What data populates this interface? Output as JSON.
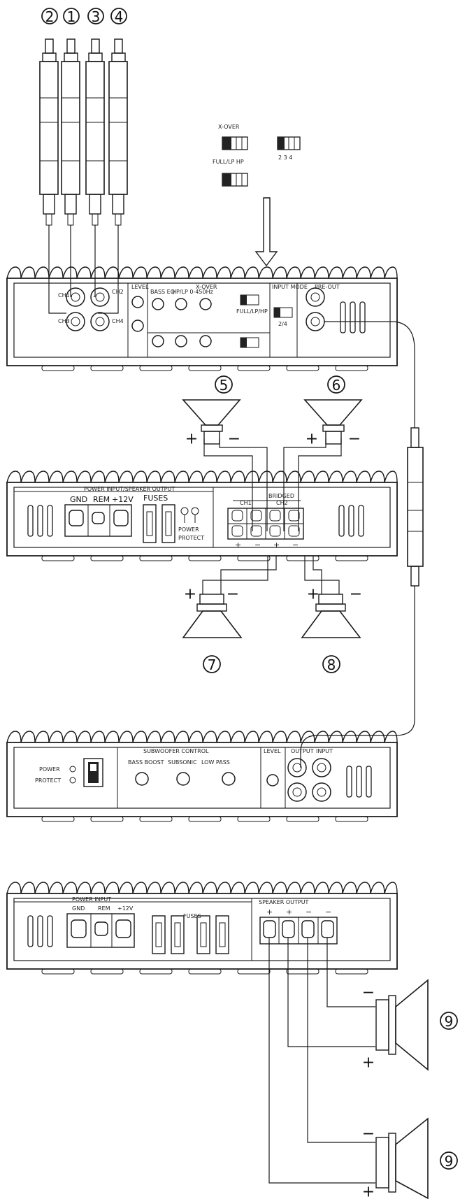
{
  "rca_inputs": [
    "2",
    "1",
    "3",
    "4"
  ],
  "speakers_top": [
    "5",
    "6"
  ],
  "speakers_mid": [
    "7",
    "8"
  ],
  "speakers_right": [
    "9",
    "9"
  ],
  "amp1": {
    "xover_label": "X-OVER",
    "xover_sub": "FULL/LP HP",
    "switch_nums": "2 3 4",
    "sec_level": "LEVEL",
    "sec_xover": "X-OVER",
    "bass_boost": "BASS EQ",
    "freq": "HP/LP 0-450Hz",
    "input_mode": "INPUT MODE",
    "pre_out": "PRE-OUT",
    "ch1": "CH1",
    "ch2": "CH2",
    "ch3": "CH3",
    "ch4": "CH4",
    "full_lp_hp": "FULL/LP/HP",
    "mode_24": "2/4"
  },
  "amp2": {
    "header": "POWER INPUT/SPEAKER OUTPUT",
    "gnd": "GND",
    "rem": "REM",
    "v12": "+12V",
    "fuses": "FUSES",
    "power": "POWER",
    "protect": "PROTECT",
    "bridged": "BRIDGED",
    "ch1": "CH1",
    "ch2": "CH2",
    "minus": "−",
    "plus": "+"
  },
  "amp3": {
    "power": "POWER",
    "protect": "PROTECT",
    "header": "SUBWOOFER CONTROL",
    "bass_boost": "BASS BOOST",
    "subsonic": "SUBSONIC",
    "lowpass": "LOW PASS",
    "level": "LEVEL",
    "output": "OUTPUT",
    "input": "INPUT"
  },
  "amp4": {
    "power_input": "POWER INPUT",
    "gnd": "GND",
    "rem": "REM",
    "v12": "+12V",
    "fuses": "FUSES",
    "speaker_output": "SPEAKER OUTPUT"
  },
  "polarity": {
    "plus": "+",
    "minus": "−"
  }
}
